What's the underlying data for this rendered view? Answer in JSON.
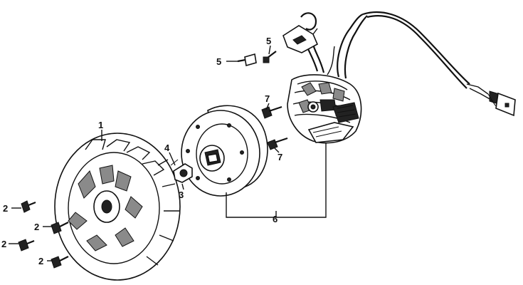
{
  "diagram": {
    "labels": {
      "fan": "1",
      "bolt_a": "2",
      "bolt_b": "2",
      "bolt_c": "2",
      "bolt_d": "2",
      "nut": "3",
      "key": "4",
      "screw_left": "5",
      "screw_top": "5",
      "bolt_upper": "7",
      "bolt_lower": "7",
      "flywheel_stator_assy": "6"
    }
  }
}
